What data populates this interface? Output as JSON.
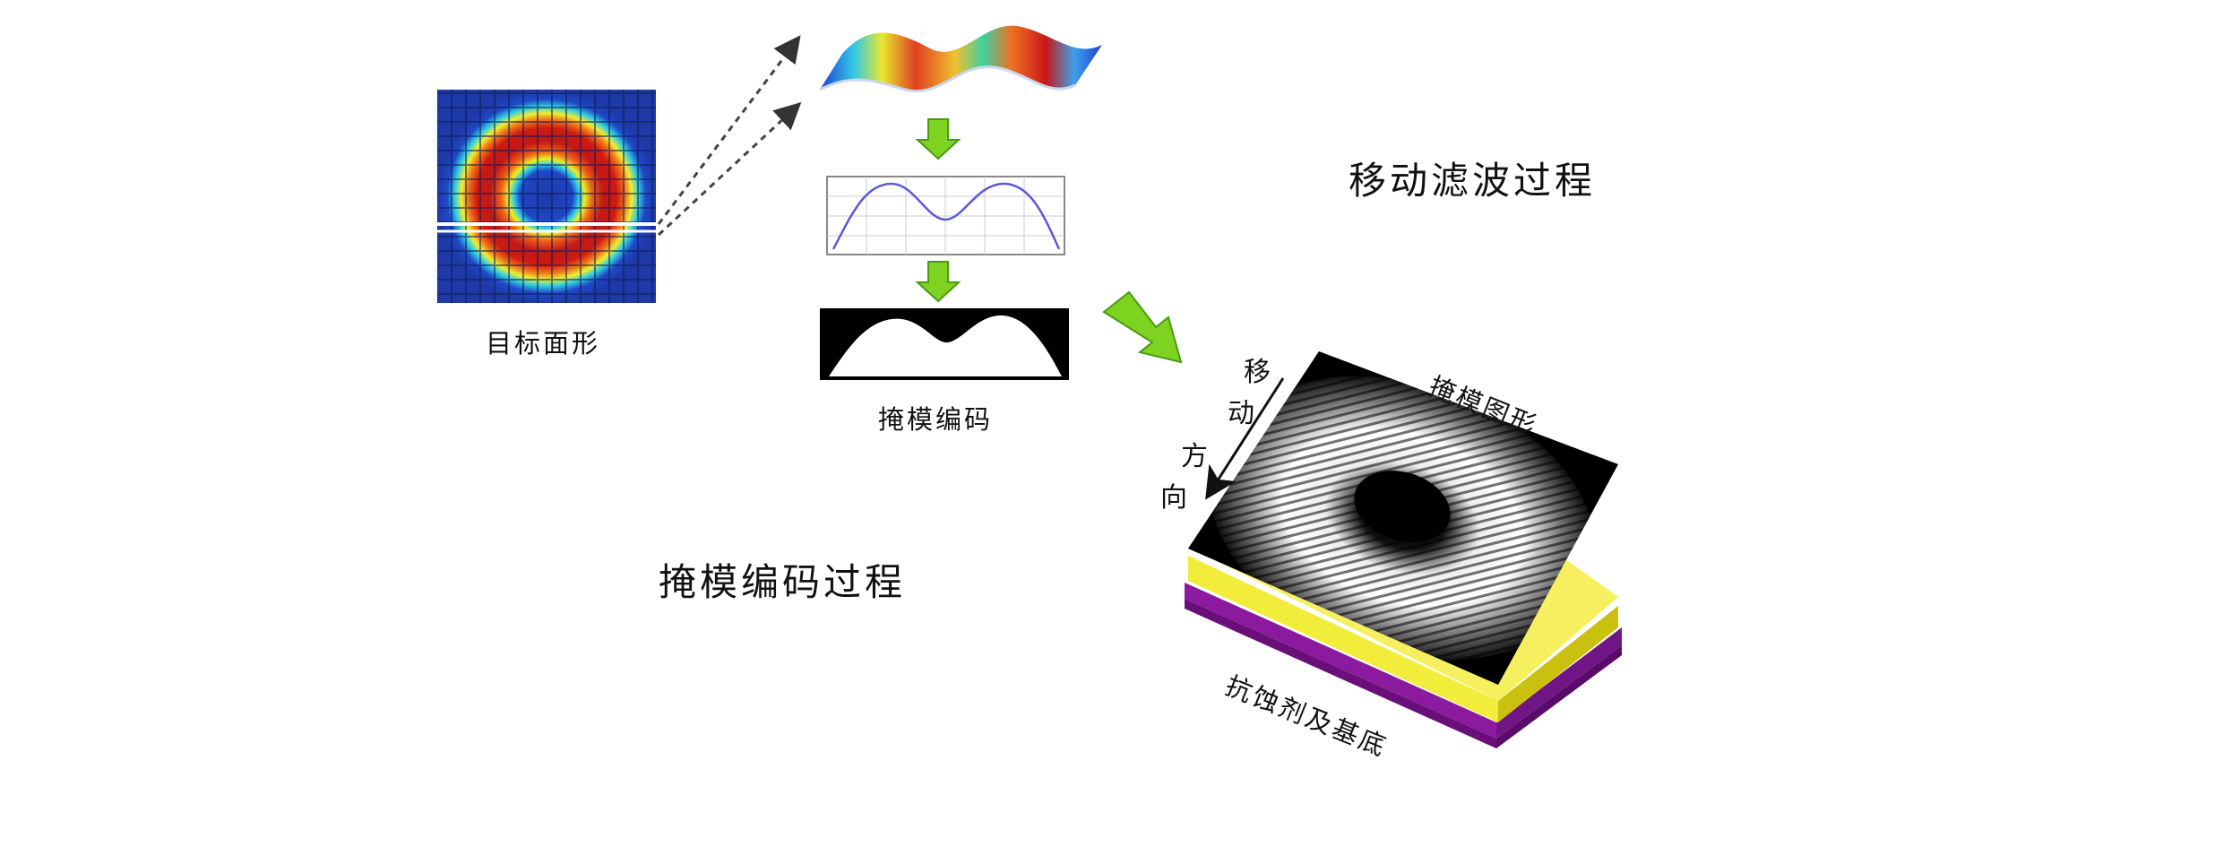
{
  "labels": {
    "target_surface": "目标面形",
    "mask_coding": "掩模编码",
    "moving_filter_process": "移动滤波过程",
    "mask_coding_process": "掩模编码过程",
    "mask_pattern": "掩模图形",
    "resist_substrate": "抗蚀剂及基底",
    "move_direction": [
      "移",
      "动",
      "方",
      "向"
    ]
  },
  "colors": {
    "arrow_green": "#7ed321",
    "resist_yellow": "#f2ec3a",
    "substrate_purple": "#8b1a9e",
    "grid_blue": "#1e3aa8"
  },
  "icons": [
    "dashed-arrow-icon",
    "green-down-arrow-icon",
    "green-diagonal-arrow-icon",
    "black-direction-arrow-icon"
  ]
}
